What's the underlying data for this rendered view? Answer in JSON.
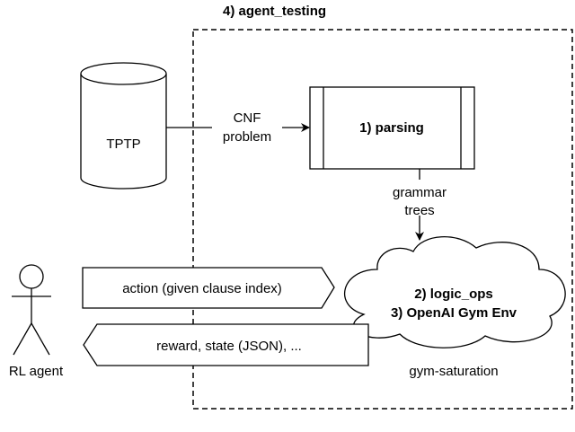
{
  "title": "4) agent_testing",
  "nodes": {
    "tptp": "TPTP",
    "parsing": "1) parsing",
    "cloud_line1": "2) logic_ops",
    "cloud_line2": "3) OpenAI Gym Env",
    "cloud_caption": "gym-saturation",
    "agent": "RL agent"
  },
  "edges": {
    "cnf_line1": "CNF",
    "cnf_line2": "problem",
    "grammar_line1": "grammar",
    "grammar_line2": "trees",
    "action": "action (given clause index)",
    "reward": "reward, state (JSON), ..."
  }
}
